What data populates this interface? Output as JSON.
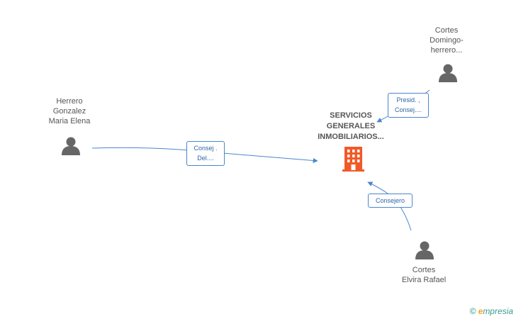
{
  "colors": {
    "edge": "#4a86cf",
    "person_icon": "#666666",
    "company_icon": "#f05a28"
  },
  "nodes": {
    "company": {
      "label": "SERVICIOS\nGENERALES\nINMOBILIARIOS...",
      "icon": "building-icon"
    },
    "person_herrero": {
      "label": "Herrero\nGonzalez\nMaria Elena",
      "icon": "person-icon"
    },
    "person_cortes_domingo": {
      "label": "Cortes\nDomingo-\nherrero...",
      "icon": "person-icon"
    },
    "person_cortes_elvira": {
      "label": "Cortes\nElvira Rafael",
      "icon": "person-icon"
    }
  },
  "edges": {
    "herrero_to_company": {
      "label": "Consej .\nDel...."
    },
    "domingo_to_company": {
      "label": "Presid. ,\nConsej...."
    },
    "elvira_to_company": {
      "label": "Consejero"
    }
  },
  "footer": {
    "copyright": "©",
    "brand_e": "e",
    "brand_rest": "mpresia"
  }
}
